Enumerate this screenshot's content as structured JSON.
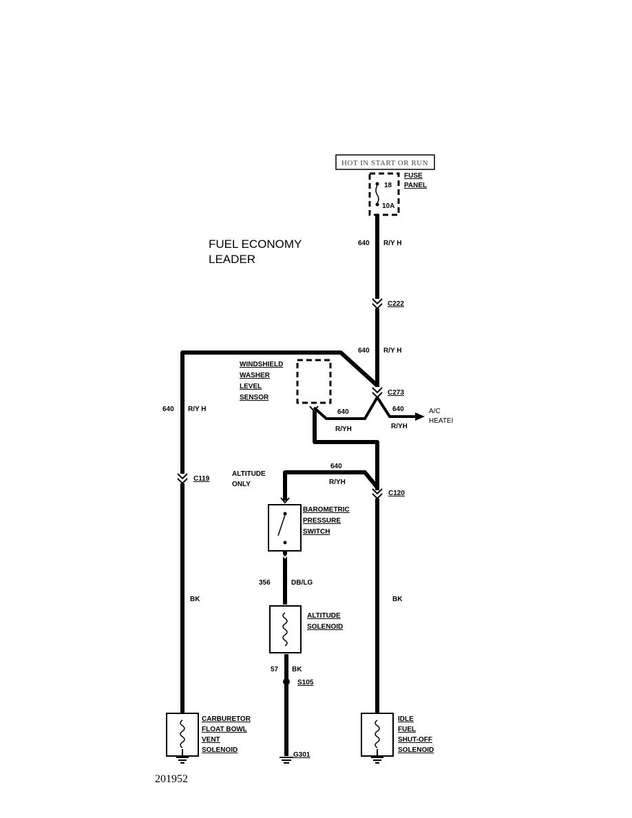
{
  "header": {
    "top_box_text": "HOT IN START OR RUN"
  },
  "title": {
    "line1": "FUEL ECONOMY",
    "line2": "LEADER"
  },
  "fuse": {
    "label_line1": "FUSE",
    "label_line2": "PANEL",
    "number": "18",
    "rating": "10A"
  },
  "wires": {
    "main_top_circuit": "640",
    "main_top_color": "R/Y H",
    "main_mid_circuit": "640",
    "main_mid_color": "R/Y H",
    "left_circuit": "640",
    "left_color": "R/Y H",
    "branch1_circuit": "640",
    "branch1_color": "R/YH",
    "branch2_circuit": "640",
    "branch2_color": "R/YH",
    "altitude_circuit": "640",
    "altitude_color": "R/YH",
    "switch_out_circuit": "356",
    "switch_out_color": "DB/LG",
    "ground_circuit": "57",
    "ground_color": "BK",
    "left_ground_color": "BK",
    "right_ground_color": "BK"
  },
  "connectors": {
    "c222": "C222",
    "c273": "C273",
    "c119": "C119",
    "c120": "C120",
    "s105": "S105",
    "g301": "G301"
  },
  "components": {
    "washer_sensor": [
      "WINDSHIELD",
      "WASHER",
      "LEVEL",
      "SENSOR"
    ],
    "altitude_only": [
      "ALTITUDE",
      "ONLY"
    ],
    "baro_switch": [
      "BAROMETRIC",
      "PRESSURE",
      "SWITCH"
    ],
    "altitude_solenoid": [
      "ALTITUDE",
      "SOLENOID"
    ],
    "carb_solenoid": [
      "CARBURETOR",
      "FLOAT BOWL",
      "VENT",
      "SOLENOID"
    ],
    "idle_solenoid": [
      "IDLE",
      "FUEL",
      "SHUT-OFF",
      "SOLENOID"
    ],
    "ac_heater": [
      "A/C",
      "HEATEI"
    ]
  },
  "footer": {
    "doc_number": "201952"
  }
}
